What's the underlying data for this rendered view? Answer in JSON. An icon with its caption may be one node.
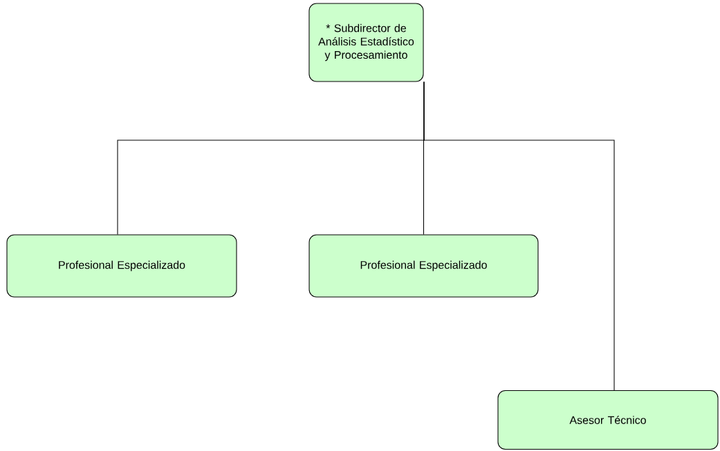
{
  "diagram": {
    "nodes": [
      {
        "text": [
          "* Subdirector de Análisis Estadístico y Procesamiento"
        ]
      },
      {
        "text": [
          "Profesional Especializado"
        ]
      },
      {
        "text": [
          "Profesional Especializado"
        ]
      },
      {
        "text": [
          "Asesor Técnico"
        ]
      }
    ],
    "edges": [
      {
        "from": 0,
        "to": 1,
        "arrow": "none"
      },
      {
        "from": 0,
        "to": 2,
        "arrow": "none"
      },
      {
        "from": 0,
        "to": 3,
        "arrow": "none"
      }
    ]
  }
}
